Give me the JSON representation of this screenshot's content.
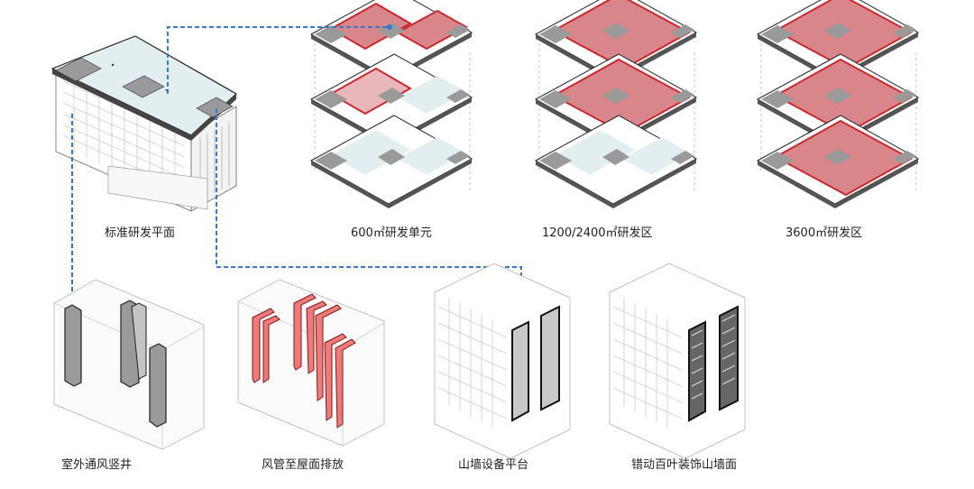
{
  "labels": {
    "standard_plan": "标准研发平面",
    "unit_600": "600㎡研发单元",
    "zone_1200_2400": "1200/2400㎡研发区",
    "zone_3600": "3600㎡研发区",
    "outdoor_shaft": "室外通风竖井",
    "duct_to_roof": "风管至屋面排放",
    "gable_platform": "山墙设备平台",
    "staggered_louver": "错动百叶装饰山墙面"
  },
  "colors": {
    "pale_plan": "#e3eef0",
    "highlight_red": "#d9868a",
    "red_line": "#c8282e",
    "core_gray": "#9a9a9a",
    "connector_blue": "#3a78c9",
    "duct_pink": "#f07a7a"
  },
  "stacks": {
    "unit_600": [
      "partial",
      "partial",
      "none"
    ],
    "zone_1200_2400": [
      "full",
      "full",
      "none"
    ],
    "zone_3600": [
      "full",
      "full",
      "full"
    ]
  },
  "icons": [
    "connector-line-icon"
  ]
}
